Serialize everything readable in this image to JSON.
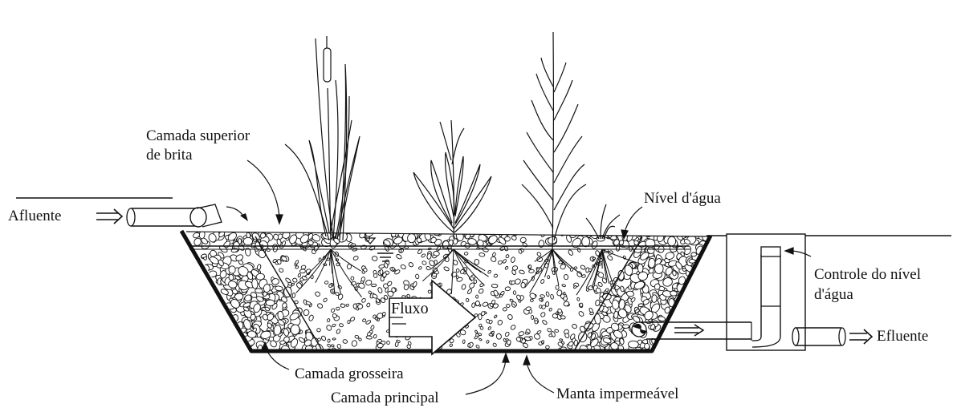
{
  "labels": {
    "afluente": "Afluente",
    "camada_superior_line1": "Camada superior",
    "camada_superior_line2": "de brita",
    "nivel_agua": "Nível d'água",
    "controle_line1": "Controle do nível",
    "controle_line2": "d'água",
    "efluente": "Efluente",
    "fluxo": "Fluxo",
    "camada_grosseira": "Camada grosseira",
    "camada_principal": "Camada principal",
    "manta": "Manta impermeável"
  }
}
